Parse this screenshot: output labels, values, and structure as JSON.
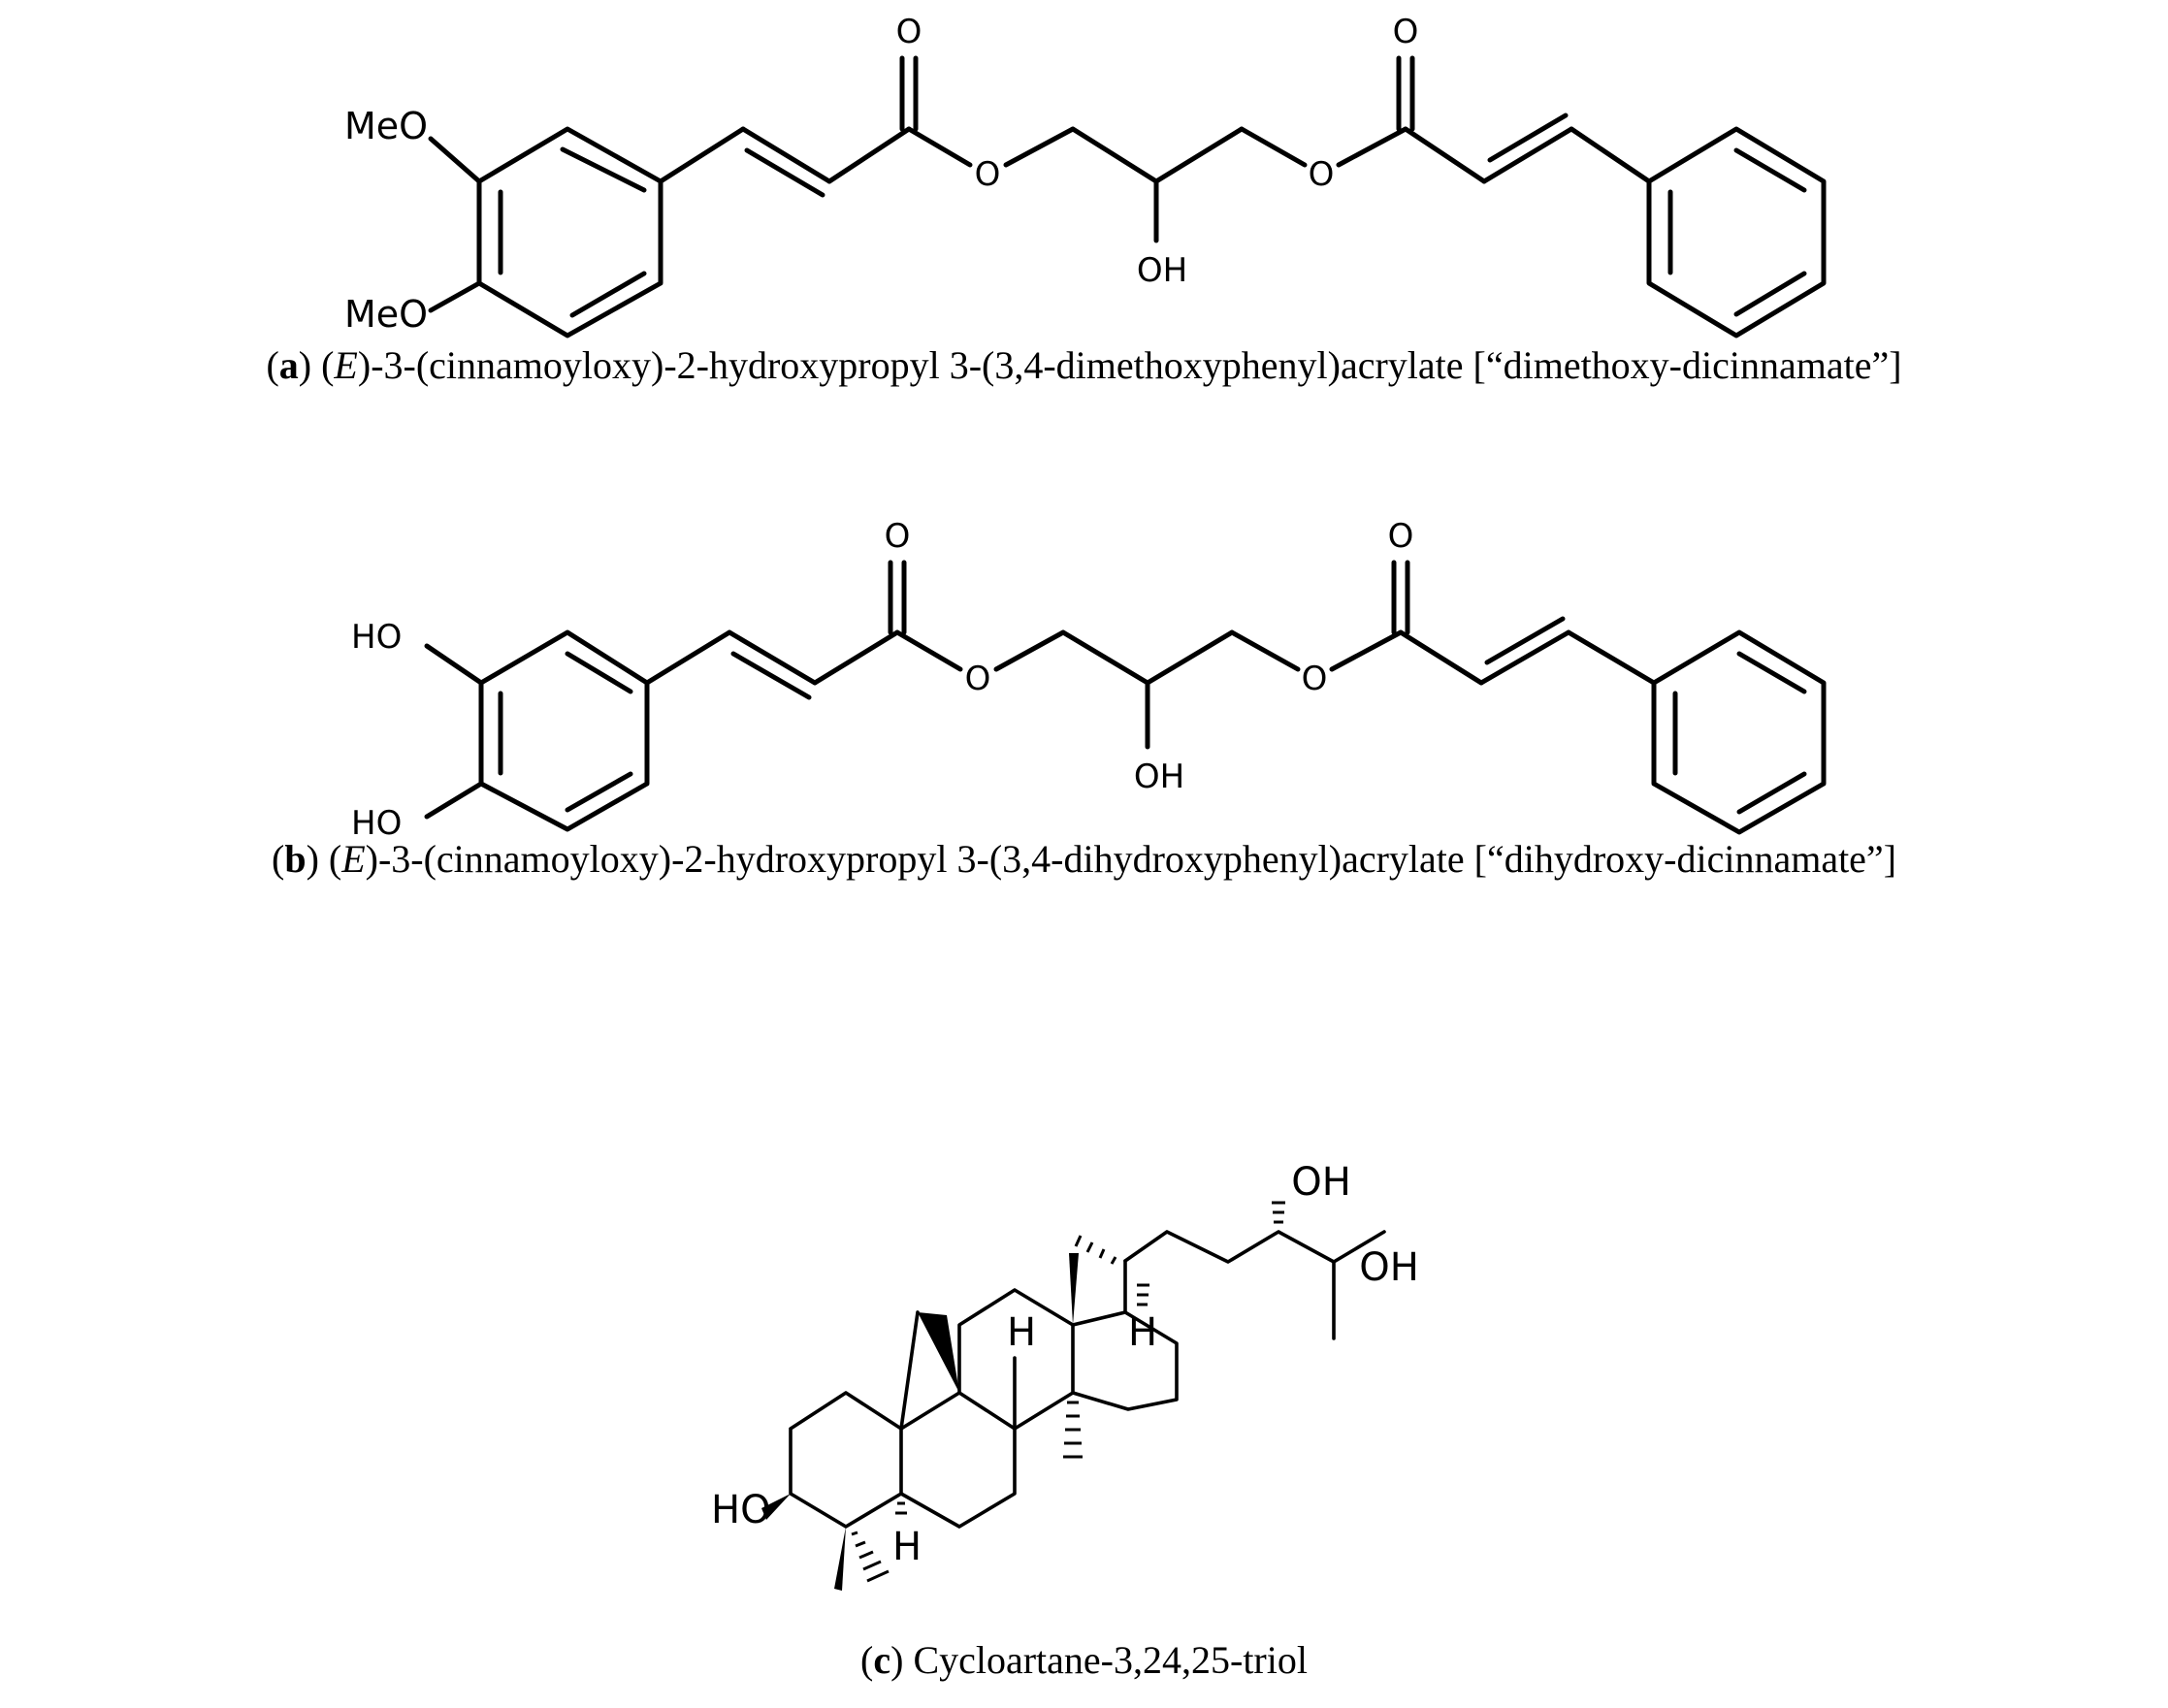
{
  "panels": [
    {
      "letter": "a",
      "e_label": "E",
      "caption_rest": "-3-(cinnamoyloxy)-2-hydroxypropyl 3-(3,4-dimethoxyphenyl)acrylate [“dimethoxy-dicinnamate”]",
      "atoms": {
        "sub1": "MeO",
        "sub2": "MeO",
        "o_carbonyl_left": "O",
        "o_ester_left": "O",
        "oh": "OH",
        "o_ester_right": "O",
        "o_carbonyl_right": "O"
      }
    },
    {
      "letter": "b",
      "e_label": "E",
      "caption_rest": "-3-(cinnamoyloxy)-2-hydroxypropyl 3-(3,4-dihydroxyphenyl)acrylate [“dihydroxy-dicinnamate”]",
      "atoms": {
        "sub1": "HO",
        "sub2": "HO",
        "o_carbonyl_left": "O",
        "o_ester_left": "O",
        "oh": "OH",
        "o_ester_right": "O",
        "o_carbonyl_right": "O"
      }
    },
    {
      "letter": "c",
      "caption_rest": "Cycloartane-3,24,25-triol",
      "atoms": {
        "oh24": "OH",
        "oh25": "OH",
        "ho3": "HO",
        "h8": "H",
        "h17": "H",
        "h5": "H"
      }
    }
  ]
}
